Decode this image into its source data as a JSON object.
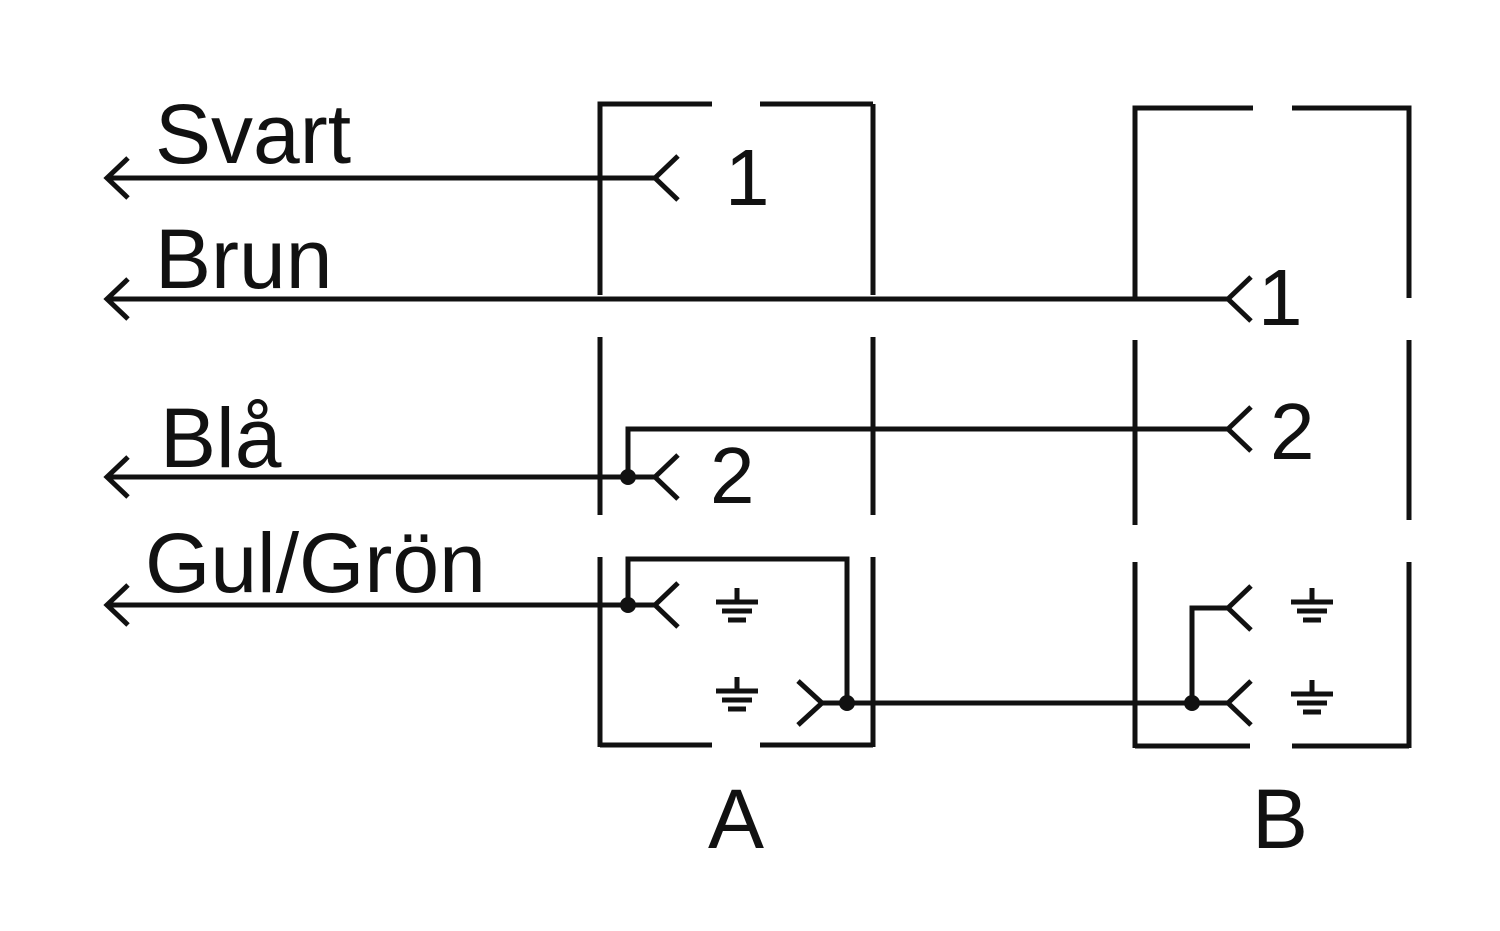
{
  "wires": [
    {
      "id": "svart",
      "label": "Svart"
    },
    {
      "id": "brun",
      "label": "Brun"
    },
    {
      "id": "bla",
      "label": "Blå"
    },
    {
      "id": "gulgron",
      "label": "Gul/Grön"
    }
  ],
  "connectors": {
    "a": {
      "label": "A",
      "pin1": "1",
      "pin2": "2"
    },
    "b": {
      "label": "B",
      "pin1": "1",
      "pin2": "2"
    }
  },
  "colors": {
    "line": "#111111",
    "background": "#ffffff"
  }
}
